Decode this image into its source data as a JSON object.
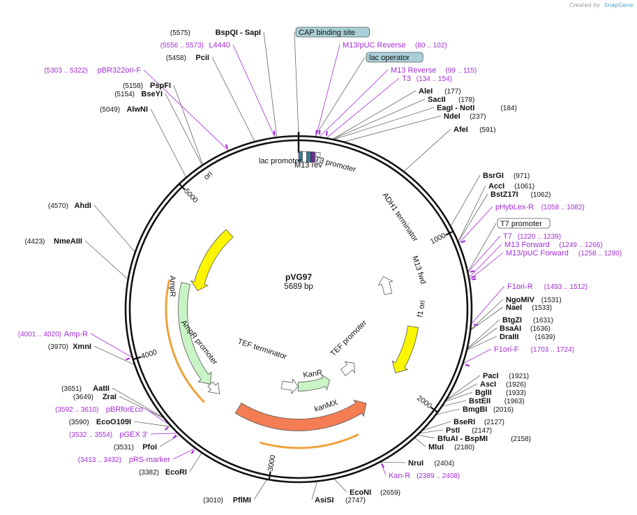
{
  "credit": {
    "prefix": "Created by",
    "brand": "SnapGene"
  },
  "plasmid": {
    "name": "pVG97",
    "length_text": "5689 bp",
    "length": 5689
  },
  "ticks": [
    {
      "pos": 1000,
      "label": "1000"
    },
    {
      "pos": 2000,
      "label": "2000"
    },
    {
      "pos": 3000,
      "label": "3000"
    },
    {
      "pos": 4000,
      "label": "4000"
    },
    {
      "pos": 5000,
      "label": "5000"
    }
  ],
  "features": [
    {
      "name": "ori",
      "label": "ori",
      "start": 4430,
      "end": 5020,
      "dir": "rev",
      "color": "#fbf500",
      "r": 147,
      "w": 15
    },
    {
      "name": "ampr",
      "label": "AmpR",
      "start": 3630,
      "end": 4470,
      "dir": "rev",
      "color": "#c9f4c5",
      "r": 166,
      "w": 13
    },
    {
      "name": "ampr-promoter",
      "label": "AmpR promoter",
      "start": 3525,
      "end": 3630,
      "dir": "rev",
      "color": "#ffffff",
      "r": 166,
      "w": 9
    },
    {
      "name": "f1-ori",
      "label": "f1 ori",
      "start": 1560,
      "end": 1950,
      "dir": "fwd",
      "color": "#fbf500",
      "r": 166,
      "w": 15
    },
    {
      "name": "kanmx",
      "label": "kanMX",
      "start": 2280,
      "end": 3340,
      "dir": "rev",
      "color": "#f47d54",
      "r": 166,
      "w": 17
    },
    {
      "name": "kanr",
      "label": "KanR",
      "start": 2470,
      "end": 2850,
      "dir": "rev",
      "color": "#c9f4c5",
      "r": 111,
      "w": 13
    },
    {
      "name": "tef-promoter",
      "label": "TEF promoter",
      "start": 2120,
      "end": 2290,
      "dir": "rev",
      "color": "#ffffff",
      "r": 111,
      "w": 11
    },
    {
      "name": "tef-terminator",
      "label": "TEF terminator",
      "start": 2850,
      "end": 3040,
      "dir": "rev",
      "color": "#ffffff",
      "r": 111,
      "w": 11
    },
    {
      "name": "adh1-terminator",
      "label": "ADH1 terminator",
      "start": 1090,
      "end": 1270,
      "dir": "rev",
      "color": "#ffffff",
      "r": 130,
      "w": 11
    }
  ],
  "feature_labels": [
    {
      "name": "lac-promoter",
      "text": "lac promoter"
    },
    {
      "name": "m13-rev",
      "text": "M13 rev"
    },
    {
      "name": "t3-promoter",
      "text": "T3 promoter"
    },
    {
      "name": "adh1-terminator",
      "text": "ADH1 terminator"
    },
    {
      "name": "m13-fwd",
      "text": "M13 fwd"
    },
    {
      "name": "ampr",
      "text": "AmpR"
    },
    {
      "name": "ampr-promoter",
      "text": "AmpR promoter"
    },
    {
      "name": "tef-promoter",
      "text": "TEF promoter"
    },
    {
      "name": "tef-terminator",
      "text": "TEF terminator"
    },
    {
      "name": "kanr",
      "text": "KanR"
    },
    {
      "name": "kanmx",
      "text": "kanMX"
    },
    {
      "name": "ori",
      "text": "ori"
    },
    {
      "name": "f1-ori",
      "text": "f1 ori"
    }
  ],
  "right_labels": [
    {
      "kind": "box",
      "name": "cap-binding-site",
      "text": "CAP binding site",
      "site": 5689,
      "color": "#a9d0d8"
    },
    {
      "kind": "primer",
      "name": "m13-puc-reverse",
      "text": "M13/pUC Reverse",
      "pos": "(80 .. 102)",
      "site": 91
    },
    {
      "kind": "box",
      "name": "lac-operator",
      "text": "lac operator",
      "site": 85,
      "color": "#a9d0d8"
    },
    {
      "kind": "primer",
      "name": "m13-reverse",
      "text": "M13 Reverse",
      "pos": "(99 .. 115)",
      "site": 107
    },
    {
      "kind": "primer",
      "name": "t3",
      "text": "T3",
      "pos": "(134 .. 154)",
      "site": 144
    },
    {
      "kind": "enzyme",
      "name": "alei",
      "text": "AleI",
      "pos": "(177)",
      "site": 177
    },
    {
      "kind": "enzyme",
      "name": "sacii",
      "text": "SacII",
      "pos": "(178)",
      "site": 178
    },
    {
      "kind": "enzyme",
      "name": "eagi-noti",
      "text": "EagI  - NotI",
      "pos": "(184)",
      "site": 184
    },
    {
      "kind": "enzyme",
      "name": "ndei",
      "text": "NdeI",
      "pos": "(237)",
      "site": 237
    },
    {
      "kind": "enzyme",
      "name": "afei",
      "text": "AfeI",
      "pos": "(591)",
      "site": 591
    },
    {
      "kind": "enzyme",
      "name": "bsrgi",
      "text": "BsrGI",
      "pos": "(971)",
      "site": 971
    },
    {
      "kind": "enzyme",
      "name": "acci",
      "text": "AccI",
      "pos": "(1061)",
      "site": 1061
    },
    {
      "kind": "enzyme",
      "name": "bstz17i",
      "text": "BstZ17I",
      "pos": "(1062)",
      "site": 1062
    },
    {
      "kind": "primer",
      "name": "phyblex-r",
      "text": "pHybLex-R",
      "pos": "(1058 .. 1082)",
      "site": 1070
    },
    {
      "kind": "box",
      "name": "t7-promoter",
      "text": "T7 promoter",
      "site": 1230,
      "color": "#ffffff"
    },
    {
      "kind": "primer",
      "name": "t7",
      "text": "T7",
      "pos": "(1220 .. 1239)",
      "site": 1229
    },
    {
      "kind": "primer",
      "name": "m13-forward",
      "text": "M13 Forward",
      "pos": "(1249 .. 1266)",
      "site": 1257
    },
    {
      "kind": "primer",
      "name": "m13-puc-forward",
      "text": "M13/pUC Forward",
      "pos": "(1258 .. 1280)",
      "site": 1269
    },
    {
      "kind": "primer",
      "name": "f1ori-r",
      "text": "F1ori-R",
      "pos": "(1493 .. 1512)",
      "site": 1502
    },
    {
      "kind": "enzyme",
      "name": "ngomiv",
      "text": "NgoMIV",
      "pos": "(1531)",
      "site": 1531
    },
    {
      "kind": "enzyme",
      "name": "naei",
      "text": "NaeI",
      "pos": "(1533)",
      "site": 1533
    },
    {
      "kind": "enzyme",
      "name": "btgzi",
      "text": "BtgZI",
      "pos": "(1631)",
      "site": 1631
    },
    {
      "kind": "enzyme",
      "name": "bsaai",
      "text": "BsaAI",
      "pos": "(1636)",
      "site": 1636
    },
    {
      "kind": "enzyme",
      "name": "draiii",
      "text": "DraIII",
      "pos": "(1639)",
      "site": 1639
    },
    {
      "kind": "primer",
      "name": "f1ori-f",
      "text": "F1ori-F",
      "pos": "(1703 .. 1724)",
      "site": 1713
    },
    {
      "kind": "enzyme",
      "name": "paci",
      "text": "PacI",
      "pos": "(1921)",
      "site": 1921
    },
    {
      "kind": "enzyme",
      "name": "asci",
      "text": "AscI",
      "pos": "(1926)",
      "site": 1926
    },
    {
      "kind": "enzyme",
      "name": "bglii",
      "text": "BglII",
      "pos": "(1933)",
      "site": 1933
    },
    {
      "kind": "enzyme",
      "name": "bsteii",
      "text": "BstEII",
      "pos": "(1963)",
      "site": 1963
    },
    {
      "kind": "enzyme",
      "name": "bmgbi",
      "text": "BmgBI",
      "pos": "(2016)",
      "site": 2016
    },
    {
      "kind": "enzyme",
      "name": "bseri",
      "text": "BseRI",
      "pos": "(2127)",
      "site": 2127
    },
    {
      "kind": "enzyme",
      "name": "psti",
      "text": "PstI",
      "pos": "(2147)",
      "site": 2147
    },
    {
      "kind": "enzyme",
      "name": "bfuai-bspmi",
      "text": "BfuAI  - BspMI",
      "pos": "(2158)",
      "site": 2158
    },
    {
      "kind": "enzyme",
      "name": "mlui",
      "text": "MluI",
      "pos": "(2180)",
      "site": 2180
    },
    {
      "kind": "enzyme",
      "name": "nrui",
      "text": "NruI",
      "pos": "(2404)",
      "site": 2404
    },
    {
      "kind": "primer",
      "name": "kan-r",
      "text": "Kan-R",
      "pos": "(2389 .. 2408)",
      "site": 2398
    },
    {
      "kind": "enzyme",
      "name": "econi",
      "text": "EcoNI",
      "pos": "(2659)",
      "site": 2659
    },
    {
      "kind": "enzyme",
      "name": "asisi",
      "text": "AsiSI",
      "pos": "(2747)",
      "site": 2747
    }
  ],
  "left_labels": [
    {
      "kind": "enzyme",
      "name": "bspqi-sapi",
      "text": "BspQI   - SapI",
      "pos": "(5575)",
      "site": 5575
    },
    {
      "kind": "primer",
      "name": "l4440",
      "text": "L4440",
      "pos": "(5556 .. 5573)",
      "site": 5565
    },
    {
      "kind": "enzyme",
      "name": "pcii",
      "text": "PciI",
      "pos": "(5458)",
      "site": 5458
    },
    {
      "kind": "primer",
      "name": "pbr322ori-f",
      "text": "pBR322ori-F",
      "pos": "(5303 .. 5322)",
      "site": 5312
    },
    {
      "kind": "enzyme",
      "name": "pspfi",
      "text": "PspFI",
      "pos": "(5158)",
      "site": 5158
    },
    {
      "kind": "enzyme",
      "name": "bseyi",
      "text": "BseYI",
      "pos": "(5154)",
      "site": 5154
    },
    {
      "kind": "enzyme",
      "name": "alwni",
      "text": "AlwNI",
      "pos": "(5049)",
      "site": 5049
    },
    {
      "kind": "enzyme",
      "name": "ahdi",
      "text": "AhdI",
      "pos": "(4570)",
      "site": 4570
    },
    {
      "kind": "enzyme",
      "name": "nmeaiii",
      "text": "NmeAIII",
      "pos": "(4423)",
      "site": 4423
    },
    {
      "kind": "primer",
      "name": "amp-r",
      "text": "Amp-R",
      "pos": "(4001 .. 4020)",
      "site": 4010
    },
    {
      "kind": "enzyme",
      "name": "xmni",
      "text": "XmnI",
      "pos": "(3970)",
      "site": 3970
    },
    {
      "kind": "enzyme",
      "name": "aatii",
      "text": "AatII",
      "pos": "(3651)",
      "site": 3651
    },
    {
      "kind": "enzyme",
      "name": "zrai",
      "text": "ZraI",
      "pos": "(3649)",
      "site": 3649
    },
    {
      "kind": "primer",
      "name": "pbrforeco",
      "text": "pBRforEco",
      "pos": "(3592 .. 3610)",
      "site": 3601
    },
    {
      "kind": "enzyme",
      "name": "ecoo109i",
      "text": "EcoO109I",
      "pos": "(3590)",
      "site": 3590
    },
    {
      "kind": "primer",
      "name": "pgex-3",
      "text": "pGEX 3'",
      "pos": "(3532 .. 3554)",
      "site": 3543
    },
    {
      "kind": "enzyme",
      "name": "pfoi",
      "text": "PfoI",
      "pos": "(3531)",
      "site": 3531
    },
    {
      "kind": "primer",
      "name": "prs-marker",
      "text": "pRS-marker",
      "pos": "(3413 .. 3432)",
      "site": 3422
    },
    {
      "kind": "enzyme",
      "name": "ecori",
      "text": "EcoRI",
      "pos": "(3382)",
      "site": 3382
    },
    {
      "kind": "enzyme",
      "name": "pfimi",
      "text": "PflMI",
      "pos": "(3010)",
      "site": 3010
    }
  ]
}
